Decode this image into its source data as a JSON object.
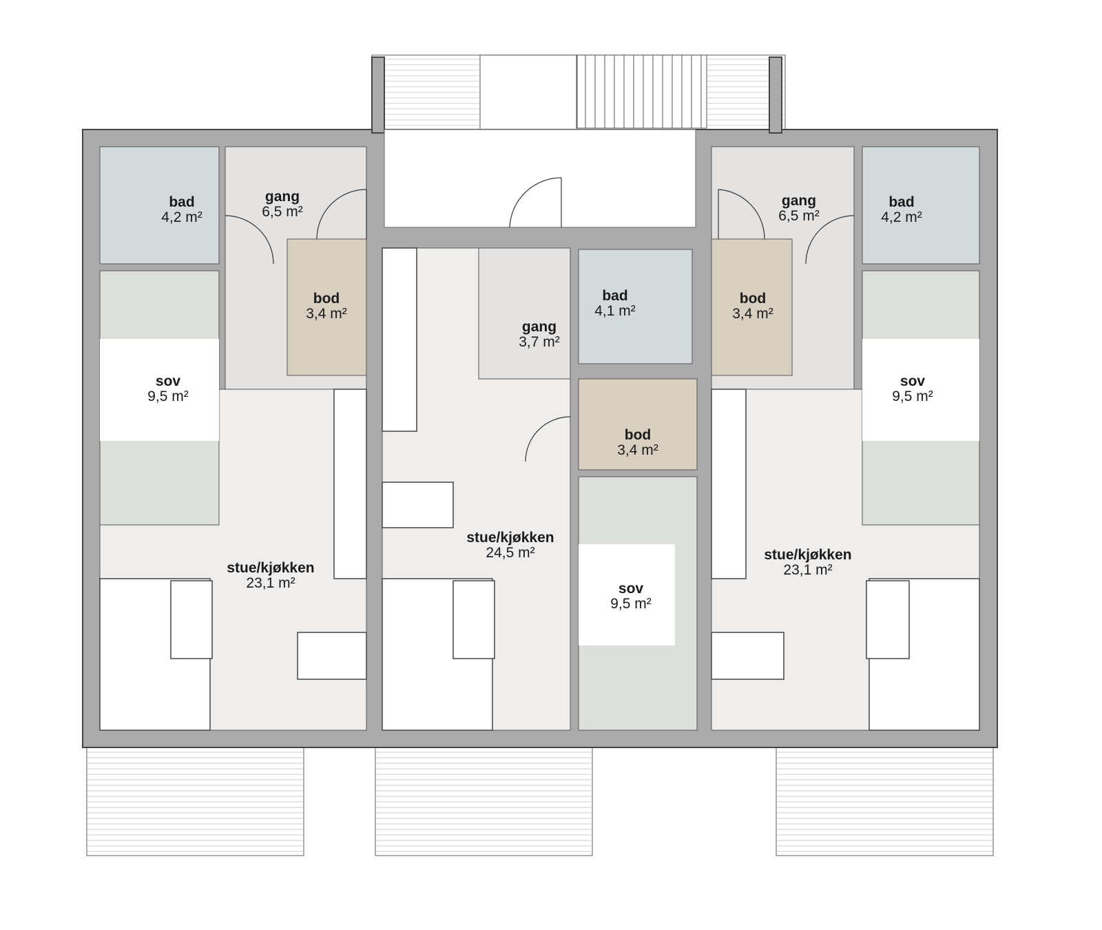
{
  "plan": {
    "colors": {
      "wall": "#ababab",
      "bad": "#d4dadb",
      "gang": "#e5e3e2",
      "bod": "#d9cfc0",
      "sov": "#dde0da",
      "stue": "#efeeed"
    },
    "units": [
      {
        "rooms": {
          "bad": {
            "name": "bad",
            "area": "4,2 m²"
          },
          "gang": {
            "name": "gang",
            "area": "6,5 m²"
          },
          "bod": {
            "name": "bod",
            "area": "3,4 m²"
          },
          "sov": {
            "name": "sov",
            "area": "9,5 m²"
          },
          "stue": {
            "name": "stue/kjøkken",
            "area": "23,1 m²"
          }
        }
      },
      {
        "rooms": {
          "bad": {
            "name": "bad",
            "area": "4,1 m²"
          },
          "gang": {
            "name": "gang",
            "area": "3,7 m²"
          },
          "bod": {
            "name": "bod",
            "area": "3,4 m²"
          },
          "sov": {
            "name": "sov",
            "area": "9,5 m²"
          },
          "stue": {
            "name": "stue/kjøkken",
            "area": "24,5 m²"
          }
        }
      },
      {
        "rooms": {
          "bad": {
            "name": "bad",
            "area": "4,2 m²"
          },
          "gang": {
            "name": "gang",
            "area": "6,5 m²"
          },
          "bod": {
            "name": "bod",
            "area": "3,4 m²"
          },
          "sov": {
            "name": "sov",
            "area": "9,5 m²"
          },
          "stue": {
            "name": "stue/kjøkken",
            "area": "23,1 m²"
          }
        }
      }
    ]
  }
}
